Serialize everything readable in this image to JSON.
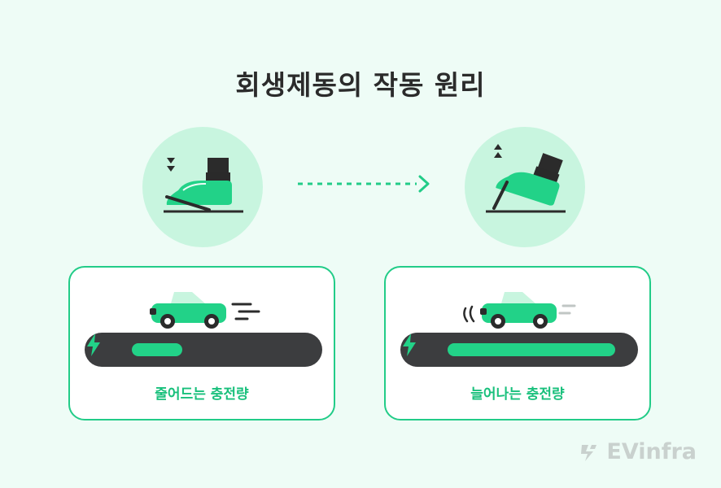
{
  "title": "회생제동의 작동 원리",
  "panels": [
    {
      "caption": "줄어드는 충전량",
      "charge_fraction": 0.3
    },
    {
      "caption": "늘어나는 충전량",
      "charge_fraction": 1.0
    }
  ],
  "logo": {
    "text": "EVinfra"
  },
  "colors": {
    "accent": "#22cc88",
    "circle_bg": "#c8f5df",
    "bar_bg": "#3c3d3f",
    "background": "#eefcf6",
    "title": "#2b2b2b"
  },
  "icons": [
    "pressing-pedal-icon",
    "releasing-pedal-icon",
    "dotted-arrow-icon",
    "car-icon",
    "speed-lines-icon",
    "lightning-icon",
    "brand-logo-icon"
  ]
}
